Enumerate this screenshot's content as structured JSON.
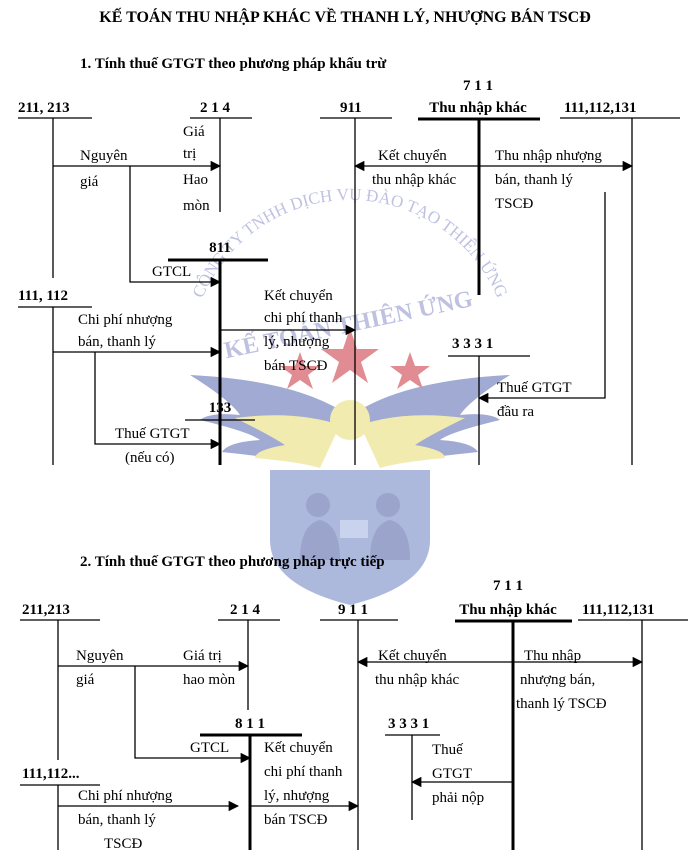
{
  "title": "KẾ TOÁN THU NHẬP KHÁC VỀ THANH LÝ, NHƯỢNG BÁN TSCĐ",
  "watermark": {
    "arc_text": "CÔNG TY TNHH DỊCH VỤ ĐÀO TẠO THIÊN ỨNG",
    "brand": "KẾ TOÁN THIÊN ỨNG",
    "colors": {
      "text": "#8a90c8",
      "star": "#c8303a",
      "wing_blue": "#4a5aa8",
      "wing_yellow": "#e8d860",
      "shield": "#5a6fb0"
    }
  },
  "section1": {
    "heading": "1. Tính thuế GTGT theo phương pháp khấu trừ",
    "accounts": {
      "a211": "211, 213",
      "a214": "2 1 4",
      "a911": "911",
      "a711_num": "7 1 1",
      "a711_name": "Thu nhập khác",
      "a111": "111,112,131",
      "a811": "811",
      "a111b": "111, 112",
      "a3331": "3 3 3 1",
      "a133": "133"
    },
    "labels": {
      "nguyen": "Nguyên",
      "gia": "giá",
      "gia214": "Giá",
      "tri214": "trị",
      "hao214": "Hao",
      "mon214": "mòn",
      "ketchuyen": "Kết chuyển",
      "thunhapkhac": "thu nhập khác",
      "thunhap1": "Thu nhập nhượng",
      "thunhap2": "bán, thanh lý",
      "thunhap3": "TSCĐ",
      "gtcl": "GTCL",
      "kc811_1": "Kết chuyển",
      "kc811_2": "chi phí thanh",
      "kc811_3": "lý, nhượng",
      "kc811_4": "bán TSCĐ",
      "chiphi1": "Chi phí nhượng",
      "chiphi2": "bán, thanh lý",
      "thue1": "Thuế GTGT",
      "thue2": "đầu ra",
      "thue133_1": "Thuế GTGT",
      "thue133_2": "(nếu có)"
    }
  },
  "section2": {
    "heading": "2. Tính thuế GTGT theo phương pháp trực tiếp",
    "accounts": {
      "a211": "211,213",
      "a214": "2 1 4",
      "a911": "9 1 1",
      "a711_num": "7 1 1",
      "a711_name": "Thu nhập khác",
      "a111": "111,112,131",
      "a811": "8 1 1",
      "a3331": "3 3 3 1",
      "a111b": "111,112..."
    },
    "labels": {
      "nguyen": "Nguyên",
      "gia": "giá",
      "giatri": "Giá trị",
      "haomon": "hao mòn",
      "ketchuyen": "Kết chuyển",
      "thunhapkhac": "thu nhập khác",
      "thunhap1": "Thu nhập",
      "thunhap2": "nhượng bán,",
      "thunhap3": "thanh lý TSCĐ",
      "gtcl": "GTCL",
      "kc811_1": "Kết chuyển",
      "kc811_2": "chi phí thanh",
      "kc811_3": "lý, nhượng",
      "kc811_4": "bán TSCĐ",
      "thue1": "Thuế",
      "thue2": "GTGT",
      "thue3": "phải nộp",
      "chiphi1": "Chi phí nhượng",
      "chiphi2": "bán, thanh lý",
      "chiphi3": "TSCĐ"
    }
  }
}
